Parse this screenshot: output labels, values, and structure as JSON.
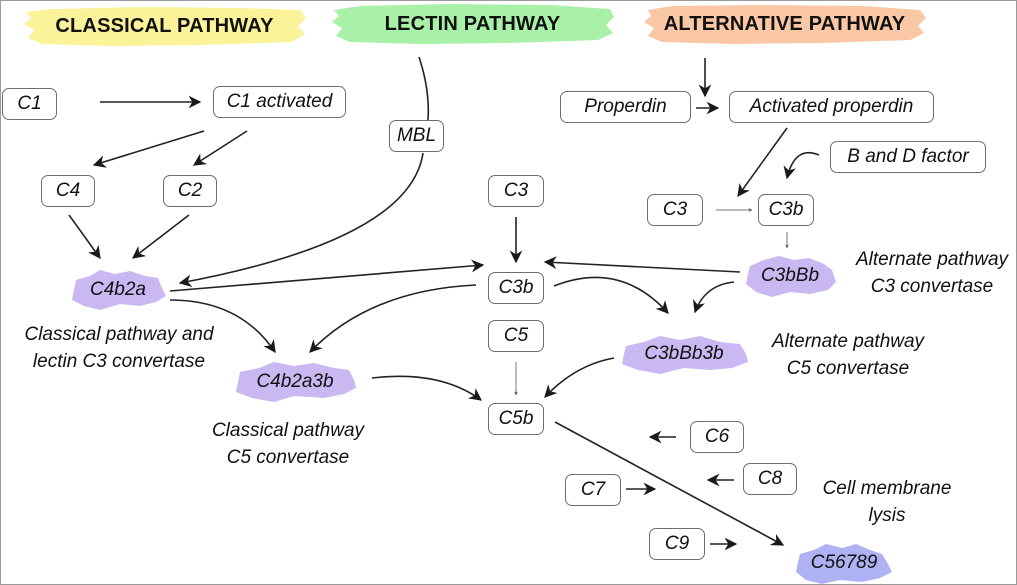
{
  "diagram": {
    "title": "Complement system pathways",
    "pathways": [
      {
        "id": "classical",
        "label": "CLASSICAL PATHWAY",
        "color": "#fbf39a"
      },
      {
        "id": "lectin",
        "label": "LECTIN PATHWAY",
        "color": "#a9f0a9"
      },
      {
        "id": "alternative",
        "label": "ALTERNATIVE PATHWAY",
        "color": "#f9c7a6"
      }
    ],
    "nodes": {
      "c1": "C1",
      "c1_activated": "C1 activated",
      "mbl": "MBL",
      "c4": "C4",
      "c2": "C2",
      "properdin": "Properdin",
      "activated_properdin": "Activated properdin",
      "b_and_d_factor": "B and D factor",
      "c3_alt": "C3",
      "c3b_alt": "C3b",
      "c3_center": "C3",
      "c3b_center": "C3b",
      "c5": "C5",
      "c5b": "C5b",
      "c6": "C6",
      "c7": "C7",
      "c8": "C8",
      "c9": "C9"
    },
    "complexes": {
      "c4b2a": "C4b2a",
      "c4b2a3b": "C4b2a3b",
      "c3bbb": "C3bBb",
      "c3bbb3b": "C3bBb3b",
      "c56789": "C56789",
      "complex_color": "#c9b8f2",
      "mac_color": "#aeb2f2"
    },
    "annotations": {
      "classical_lectin_c3": [
        "Classical pathway and",
        "lectin C3 convertase"
      ],
      "classical_c5": [
        "Classical pathway",
        "C5 convertase"
      ],
      "alternate_c3": [
        "Alternate pathway",
        "C3 convertase"
      ],
      "alternate_c5": [
        "Alternate pathway",
        "C5 convertase"
      ],
      "lysis": [
        "Cell membrane",
        "lysis"
      ]
    },
    "edges": [
      [
        "C1",
        "C1 activated"
      ],
      [
        "C1 activated",
        "C4"
      ],
      [
        "C1 activated",
        "C2"
      ],
      [
        "C4",
        "C4b2a"
      ],
      [
        "C2",
        "C4b2a"
      ],
      [
        "LECTIN PATHWAY",
        "MBL"
      ],
      [
        "MBL",
        "C4b2a"
      ],
      [
        "ALTERNATIVE PATHWAY",
        "Activated properdin"
      ],
      [
        "Properdin",
        "Activated properdin"
      ],
      [
        "Activated properdin",
        "C3 (alt)"
      ],
      [
        "B and D factor",
        "C3b (alt)"
      ],
      [
        "C3 (alt)",
        "C3b (alt)"
      ],
      [
        "C3b (alt)",
        "C3bBb"
      ],
      [
        "C3 (center)",
        "C3b (center)"
      ],
      [
        "C4b2a",
        "C3b (center)"
      ],
      [
        "C3bBb",
        "C3b (center)"
      ],
      [
        "C4b2a",
        "C4b2a3b"
      ],
      [
        "C3b (center)",
        "C4b2a3b"
      ],
      [
        "C3b (center)",
        "C3bBb3b"
      ],
      [
        "C3bBb",
        "C3bBb3b"
      ],
      [
        "C5",
        "C5b"
      ],
      [
        "C4b2a3b",
        "C5b"
      ],
      [
        "C3bBb3b",
        "C5b"
      ],
      [
        "C5b",
        "C56789"
      ],
      [
        "C6",
        "C5b-C56789 chain"
      ],
      [
        "C7",
        "C5b-C56789 chain"
      ],
      [
        "C8",
        "C5b-C56789 chain"
      ],
      [
        "C9",
        "C5b-C56789 chain"
      ]
    ]
  }
}
